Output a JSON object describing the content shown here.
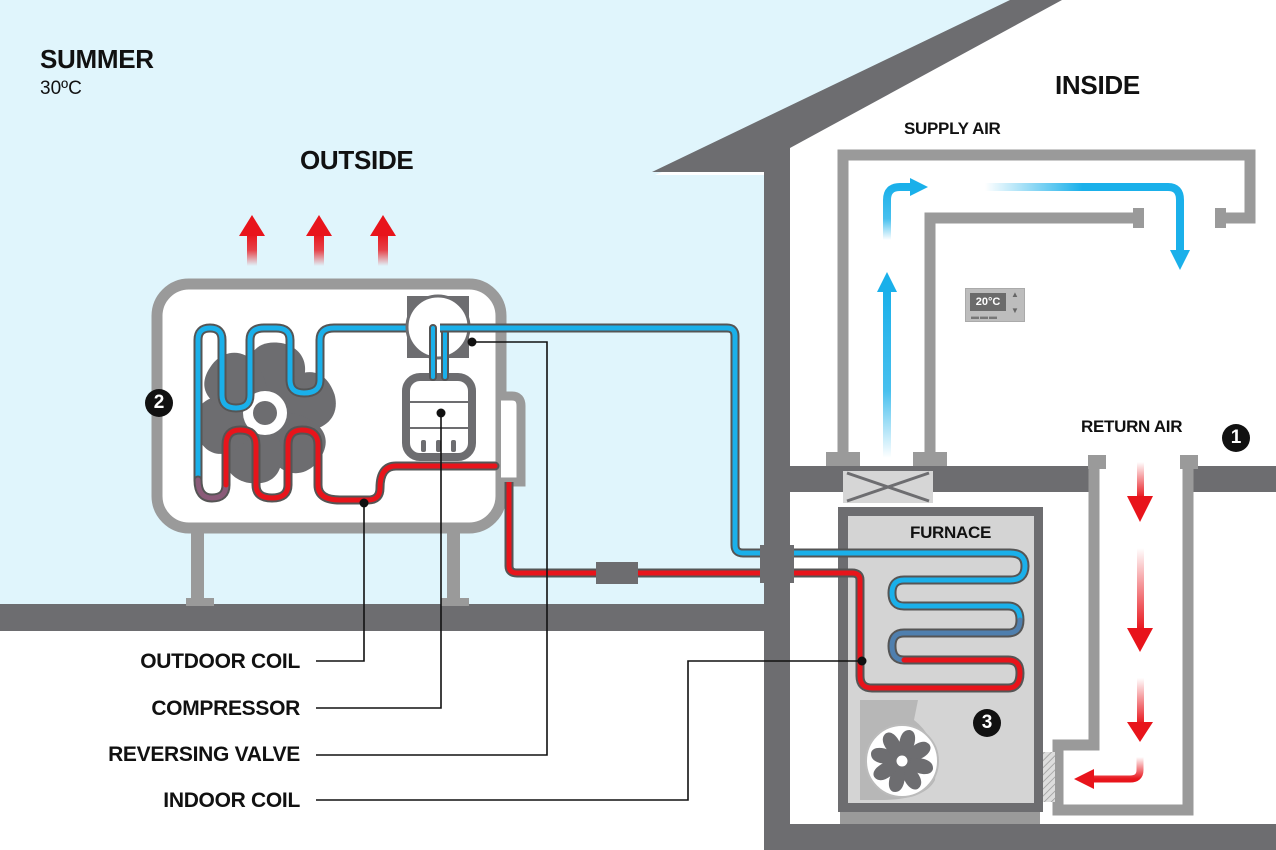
{
  "season": {
    "title": "SUMMER",
    "temperature": "30ºC"
  },
  "zones": {
    "outside": "OUTSIDE",
    "inside": "INSIDE"
  },
  "airflow": {
    "supply": "SUPPLY AIR",
    "return": "RETURN AIR"
  },
  "furnace": {
    "label": "FURNACE"
  },
  "thermostat": {
    "display": "20°C",
    "up": "▲",
    "down": "▼",
    "buttons": "▬▬▬"
  },
  "badges": {
    "return_air": "1",
    "outdoor_unit": "2",
    "furnace": "3"
  },
  "components": [
    {
      "id": "outdoor-coil",
      "label": "OUTDOOR COIL"
    },
    {
      "id": "compressor",
      "label": "COMPRESSOR"
    },
    {
      "id": "reversing-valve",
      "label": "REVERSING VALVE"
    },
    {
      "id": "indoor-coil",
      "label": "INDOOR COIL"
    }
  ],
  "colors": {
    "sky": "#e0f5fc",
    "wall": "#6d6d70",
    "duct": "#9a9a9a",
    "cold": "#1ab0ea",
    "hot": "#e8141b",
    "furnace_body": "#d4d4d4"
  }
}
